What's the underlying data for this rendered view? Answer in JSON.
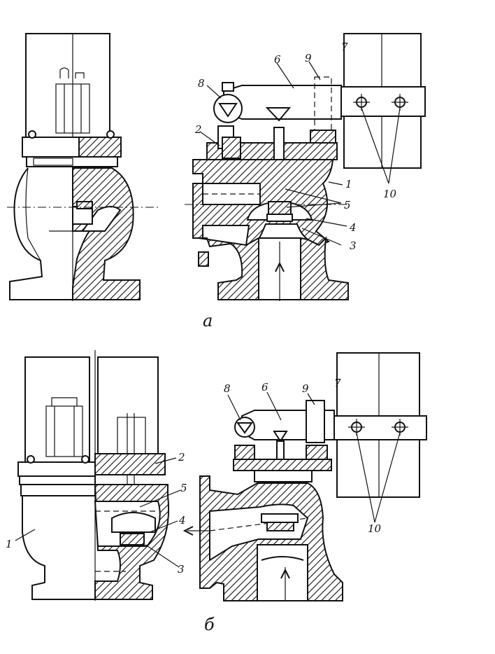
{
  "figure_a": {
    "caption": "a",
    "labels": [
      "1",
      "2",
      "3",
      "4",
      "5",
      "6",
      "7",
      "8",
      "9",
      "10"
    ]
  },
  "figure_b": {
    "caption": "б",
    "labels": [
      "1",
      "2",
      "3",
      "4",
      "5",
      "6",
      "7",
      "8",
      "9",
      "10"
    ]
  }
}
